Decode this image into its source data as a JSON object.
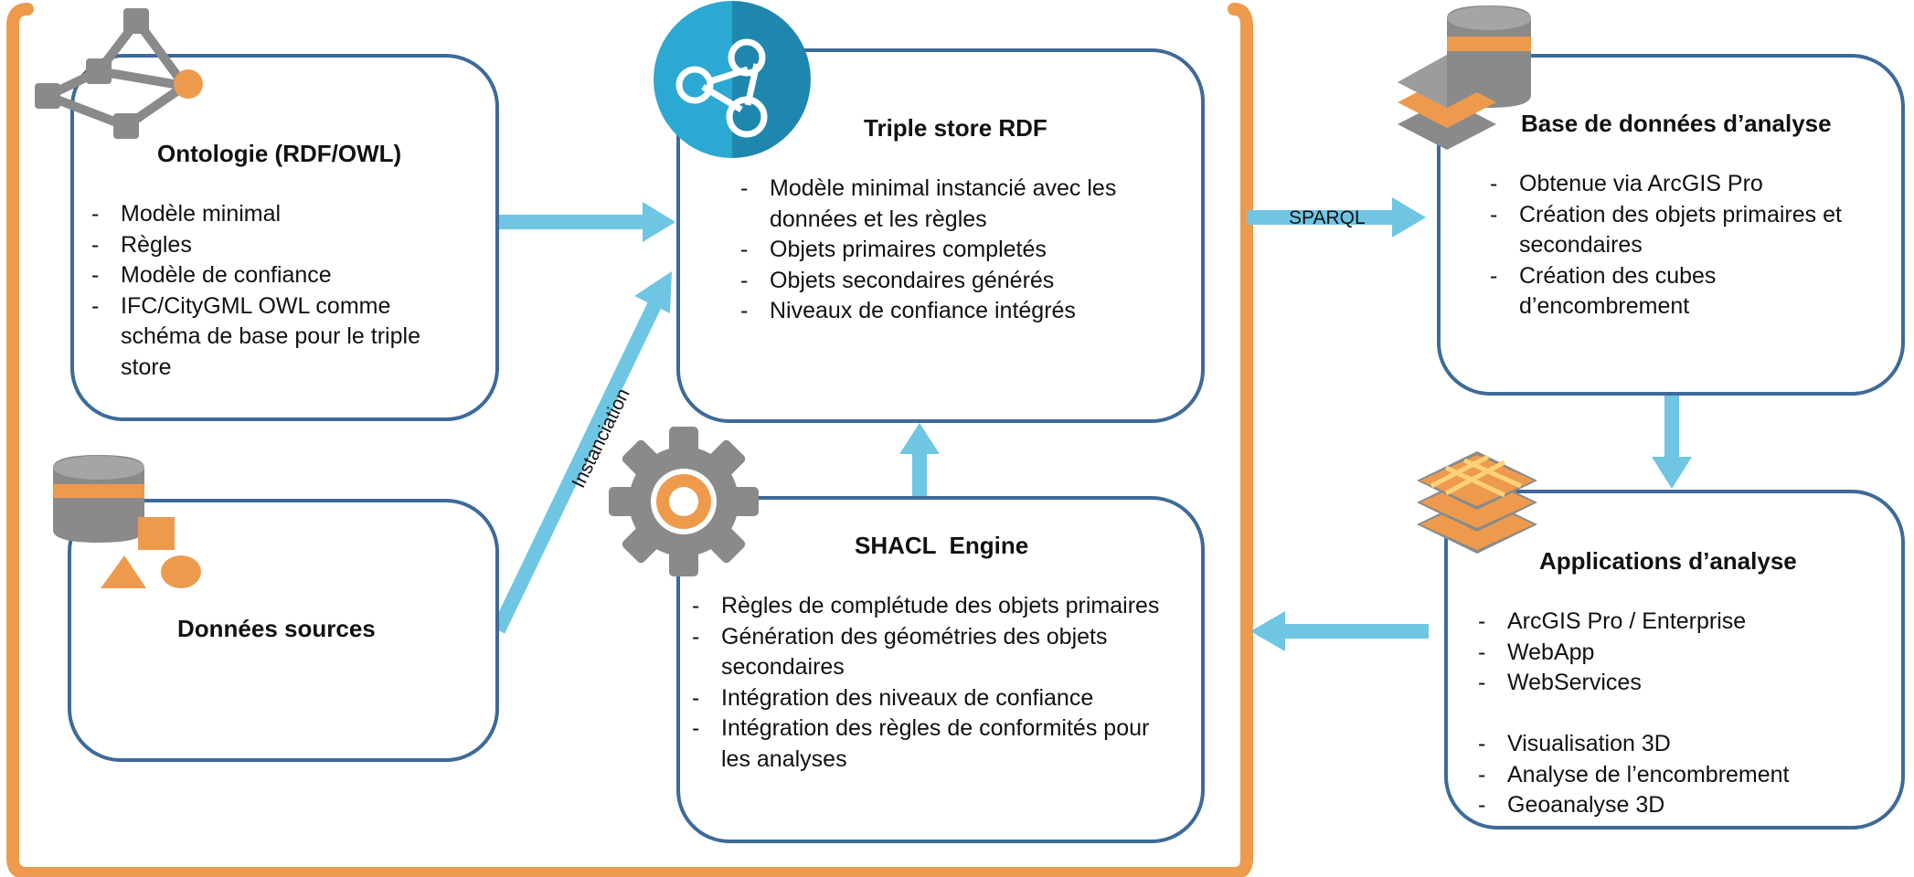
{
  "nodes": {
    "ontologie": {
      "title": "Ontologie (RDF/OWL)",
      "items": [
        "Modèle minimal",
        "Règles",
        "Modèle de confiance",
        "IFC/CityGML OWL comme schéma de base pour le triple store"
      ]
    },
    "donnees": {
      "title": "Données sources"
    },
    "triplestore": {
      "title": "Triple store RDF",
      "items": [
        "Modèle minimal instancié avec les données et les règles",
        "Objets primaires completés",
        "Objets secondaires générés",
        "Niveaux de confiance intégrés"
      ]
    },
    "shacl": {
      "title": "SHACL  Engine",
      "items": [
        "Règles de complétude des objets primaires",
        "Génération des géométries des objets secondaires",
        "Intégration des niveaux de confiance",
        "Intégration des règles de conformités pour les analyses"
      ]
    },
    "basedonnees": {
      "title": "Base de données d’analyse",
      "items": [
        "Obtenue via ArcGIS Pro",
        "Création des objets primaires et secondaires",
        "Création des cubes d’encombrement"
      ]
    },
    "applications": {
      "title": "Applications d’analyse",
      "items": [
        "ArcGIS Pro / Enterprise",
        "WebApp",
        "WebServices",
        "",
        "Visualisation 3D",
        "Analyse de l’encombrement",
        "Geoanalyse 3D"
      ]
    }
  },
  "edges": {
    "ontologie_to_triplestore": {
      "from": "ontologie",
      "to": "triplestore",
      "label": ""
    },
    "donnees_to_triplestore": {
      "from": "donnees",
      "to": "triplestore",
      "label": "Instanciation"
    },
    "shacl_to_triplestore": {
      "from": "shacl",
      "to": "triplestore",
      "label": ""
    },
    "triplestore_to_basedonnees": {
      "from": "triplestore",
      "to": "basedonnees",
      "label": "SPARQL"
    },
    "basedonnees_to_applications": {
      "from": "basedonnees",
      "to": "applications",
      "label": ""
    },
    "applications_to_platform": {
      "from": "applications",
      "to": "platform",
      "label": ""
    }
  },
  "colors": {
    "box_border": "#3d6a99",
    "arrow": "#6ec6e3",
    "accent_orange": "#ee9a4d",
    "icon_gray": "#8a8a8a",
    "teal": "#2a9fc4"
  },
  "icons": {
    "ontologie": "ontology-graph-icon",
    "donnees": "source-data-icon",
    "triplestore": "triple-store-icon",
    "shacl": "gear-icon",
    "basedonnees": "database-layers-icon",
    "applications": "map-layers-icon"
  }
}
